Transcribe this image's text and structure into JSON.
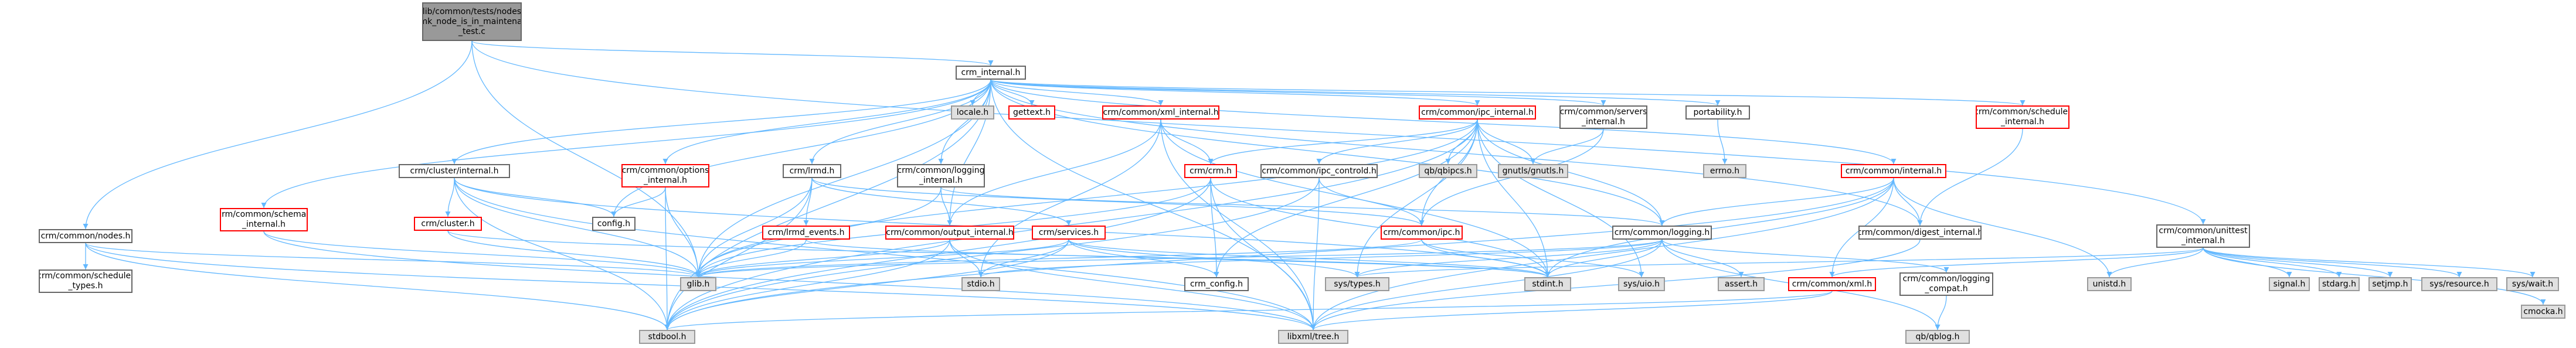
{
  "graph": {
    "edge_color": "#63b8ff",
    "nodes": [
      {
        "id": "root",
        "label": "lib/common/tests/nodes\n/pcmk_node_is_in_maintenance\n_test.c",
        "style": "root"
      },
      {
        "id": "crm_internal",
        "label": "crm_internal.h",
        "style": "normal"
      },
      {
        "id": "nodes",
        "label": "crm/common/nodes.h",
        "style": "normal"
      },
      {
        "id": "unittest_internal",
        "label": "crm/common/unittest\n_internal.h",
        "style": "normal"
      },
      {
        "id": "locale",
        "label": "locale.h",
        "style": "gray"
      },
      {
        "id": "gettext",
        "label": "gettext.h",
        "style": "red"
      },
      {
        "id": "xml_internal",
        "label": "crm/common/xml_internal.h",
        "style": "red"
      },
      {
        "id": "ipc_internal",
        "label": "crm/common/ipc_internal.h",
        "style": "red"
      },
      {
        "id": "servers_internal",
        "label": "crm/common/servers\n_internal.h",
        "style": "normal"
      },
      {
        "id": "portability",
        "label": "portability.h",
        "style": "normal"
      },
      {
        "id": "scheduler_internal",
        "label": "crm/common/scheduler\n_internal.h",
        "style": "red"
      },
      {
        "id": "cluster_internal",
        "label": "crm/cluster/internal.h",
        "style": "normal"
      },
      {
        "id": "options_internal",
        "label": "crm/common/options\n_internal.h",
        "style": "red"
      },
      {
        "id": "lrmd",
        "label": "crm/lrmd.h",
        "style": "normal"
      },
      {
        "id": "logging_internal",
        "label": "crm/common/logging\n_internal.h",
        "style": "normal"
      },
      {
        "id": "crm",
        "label": "crm/crm.h",
        "style": "red"
      },
      {
        "id": "ipc_controld",
        "label": "crm/common/ipc_controld.h",
        "style": "normal"
      },
      {
        "id": "qbipcs",
        "label": "qb/qbipcs.h",
        "style": "gray"
      },
      {
        "id": "gnutls",
        "label": "gnutls/gnutls.h",
        "style": "gray"
      },
      {
        "id": "errno",
        "label": "errno.h",
        "style": "gray"
      },
      {
        "id": "common_internal",
        "label": "crm/common/internal.h",
        "style": "red"
      },
      {
        "id": "schemas_internal",
        "label": "crm/common/schemas\n_internal.h",
        "style": "red"
      },
      {
        "id": "cluster",
        "label": "crm/cluster.h",
        "style": "red"
      },
      {
        "id": "config",
        "label": "config.h",
        "style": "normal"
      },
      {
        "id": "lrmd_events",
        "label": "crm/lrmd_events.h",
        "style": "red"
      },
      {
        "id": "services",
        "label": "crm/services.h",
        "style": "red"
      },
      {
        "id": "output_internal",
        "label": "crm/common/output_internal.h",
        "style": "red"
      },
      {
        "id": "ipc",
        "label": "crm/common/ipc.h",
        "style": "red"
      },
      {
        "id": "logging",
        "label": "crm/common/logging.h",
        "style": "normal"
      },
      {
        "id": "digest_internal",
        "label": "crm/common/digest_internal.h",
        "style": "normal"
      },
      {
        "id": "scheduler_types",
        "label": "crm/common/scheduler\n_types.h",
        "style": "normal"
      },
      {
        "id": "glib",
        "label": "glib.h",
        "style": "gray"
      },
      {
        "id": "stdio",
        "label": "stdio.h",
        "style": "gray"
      },
      {
        "id": "crm_config",
        "label": "crm_config.h",
        "style": "normal"
      },
      {
        "id": "sys_types",
        "label": "sys/types.h",
        "style": "gray"
      },
      {
        "id": "stdint",
        "label": "stdint.h",
        "style": "gray"
      },
      {
        "id": "sys_uio",
        "label": "sys/uio.h",
        "style": "gray"
      },
      {
        "id": "assert",
        "label": "assert.h",
        "style": "gray"
      },
      {
        "id": "common_xml",
        "label": "crm/common/xml.h",
        "style": "red"
      },
      {
        "id": "logging_compat",
        "label": "crm/common/logging\n_compat.h",
        "style": "normal"
      },
      {
        "id": "unistd",
        "label": "unistd.h",
        "style": "gray"
      },
      {
        "id": "signal",
        "label": "signal.h",
        "style": "gray"
      },
      {
        "id": "stdarg",
        "label": "stdarg.h",
        "style": "gray"
      },
      {
        "id": "setjmp",
        "label": "setjmp.h",
        "style": "gray"
      },
      {
        "id": "sys_resource",
        "label": "sys/resource.h",
        "style": "gray"
      },
      {
        "id": "sys_wait",
        "label": "sys/wait.h",
        "style": "gray"
      },
      {
        "id": "cmocka",
        "label": "cmocka.h",
        "style": "gray"
      },
      {
        "id": "stdbool",
        "label": "stdbool.h",
        "style": "gray"
      },
      {
        "id": "libxml_tree",
        "label": "libxml/tree.h",
        "style": "gray"
      },
      {
        "id": "qblog",
        "label": "qb/qblog.h",
        "style": "gray"
      }
    ],
    "edges": [
      [
        "root",
        "crm_internal"
      ],
      [
        "root",
        "nodes"
      ],
      [
        "root",
        "unittest_internal"
      ],
      [
        "root",
        "glib"
      ],
      [
        "crm_internal",
        "locale"
      ],
      [
        "crm_internal",
        "gettext"
      ],
      [
        "crm_internal",
        "xml_internal"
      ],
      [
        "crm_internal",
        "ipc_internal"
      ],
      [
        "crm_internal",
        "servers_internal"
      ],
      [
        "crm_internal",
        "portability"
      ],
      [
        "crm_internal",
        "scheduler_internal"
      ],
      [
        "crm_internal",
        "cluster_internal"
      ],
      [
        "crm_internal",
        "options_internal"
      ],
      [
        "crm_internal",
        "lrmd"
      ],
      [
        "crm_internal",
        "logging_internal"
      ],
      [
        "crm_internal",
        "common_internal"
      ],
      [
        "crm_internal",
        "schemas_internal"
      ],
      [
        "crm_internal",
        "config"
      ],
      [
        "crm_internal",
        "glib"
      ],
      [
        "crm_internal",
        "stdbool"
      ],
      [
        "crm_internal",
        "libxml_tree"
      ],
      [
        "crm_internal",
        "logging"
      ],
      [
        "crm_internal",
        "digest_internal"
      ],
      [
        "crm_internal",
        "output_internal"
      ],
      [
        "nodes",
        "scheduler_types"
      ],
      [
        "nodes",
        "glib"
      ],
      [
        "nodes",
        "stdbool"
      ],
      [
        "nodes",
        "libxml_tree"
      ],
      [
        "unittest_internal",
        "signal"
      ],
      [
        "unittest_internal",
        "stdarg"
      ],
      [
        "unittest_internal",
        "setjmp"
      ],
      [
        "unittest_internal",
        "sys_resource"
      ],
      [
        "unittest_internal",
        "sys_wait"
      ],
      [
        "unittest_internal",
        "cmocka"
      ],
      [
        "unittest_internal",
        "unistd"
      ],
      [
        "unittest_internal",
        "sys_types"
      ],
      [
        "unittest_internal",
        "common_xml"
      ],
      [
        "xml_internal",
        "crm"
      ],
      [
        "xml_internal",
        "output_internal"
      ],
      [
        "xml_internal",
        "stdio"
      ],
      [
        "xml_internal",
        "stdint"
      ],
      [
        "xml_internal",
        "libxml_tree"
      ],
      [
        "ipc_internal",
        "crm"
      ],
      [
        "ipc_internal",
        "ipc_controld"
      ],
      [
        "ipc_internal",
        "qbipcs"
      ],
      [
        "ipc_internal",
        "gnutls"
      ],
      [
        "ipc_internal",
        "ipc"
      ],
      [
        "ipc_internal",
        "stdint"
      ],
      [
        "ipc_internal",
        "sys_uio"
      ],
      [
        "ipc_internal",
        "sys_types"
      ],
      [
        "ipc_internal",
        "stdbool"
      ],
      [
        "ipc_internal",
        "glib"
      ],
      [
        "ipc_internal",
        "crm_config"
      ],
      [
        "ipc_internal",
        "logging"
      ],
      [
        "servers_internal",
        "ipc"
      ],
      [
        "servers_internal",
        "gnutls"
      ],
      [
        "portability",
        "errno"
      ],
      [
        "scheduler_internal",
        "digest_internal"
      ],
      [
        "cluster_internal",
        "cluster"
      ],
      [
        "cluster_internal",
        "config"
      ],
      [
        "cluster_internal",
        "glib"
      ],
      [
        "cluster_internal",
        "stdbool"
      ],
      [
        "cluster_internal",
        "stdint"
      ],
      [
        "cluster_internal",
        "libxml_tree"
      ],
      [
        "options_internal",
        "config"
      ],
      [
        "options_internal",
        "glib"
      ],
      [
        "options_internal",
        "stdbool"
      ],
      [
        "lrmd",
        "lrmd_events"
      ],
      [
        "lrmd",
        "services"
      ],
      [
        "lrmd",
        "ipc"
      ],
      [
        "lrmd",
        "glib"
      ],
      [
        "lrmd",
        "stdbool"
      ],
      [
        "logging_internal",
        "output_internal"
      ],
      [
        "logging_internal",
        "glib"
      ],
      [
        "logging_internal",
        "logging"
      ],
      [
        "crm",
        "glib"
      ],
      [
        "crm",
        "stdbool"
      ],
      [
        "crm",
        "crm_config"
      ],
      [
        "crm",
        "stdint"
      ],
      [
        "crm",
        "libxml_tree"
      ],
      [
        "ipc_controld",
        "ipc"
      ],
      [
        "ipc_controld",
        "stdbool"
      ],
      [
        "ipc_controld",
        "libxml_tree"
      ],
      [
        "common_internal",
        "logging"
      ],
      [
        "common_internal",
        "digest_internal"
      ],
      [
        "common_internal",
        "common_xml"
      ],
      [
        "common_internal",
        "unistd"
      ],
      [
        "common_internal",
        "stdbool"
      ],
      [
        "common_internal",
        "stdint"
      ],
      [
        "common_internal",
        "libxml_tree"
      ],
      [
        "schemas_internal",
        "glib"
      ],
      [
        "schemas_internal",
        "libxml_tree"
      ],
      [
        "cluster",
        "glib"
      ],
      [
        "cluster",
        "stdint"
      ],
      [
        "lrmd_events",
        "glib"
      ],
      [
        "lrmd_events",
        "stdint"
      ],
      [
        "services",
        "glib"
      ],
      [
        "services",
        "stdio"
      ],
      [
        "services",
        "stdint"
      ],
      [
        "services",
        "stdbool"
      ],
      [
        "services",
        "sys_types"
      ],
      [
        "services",
        "crm_config"
      ],
      [
        "output_internal",
        "stdio"
      ],
      [
        "output_internal",
        "glib"
      ],
      [
        "output_internal",
        "stdbool"
      ],
      [
        "output_internal",
        "libxml_tree"
      ],
      [
        "ipc",
        "sys_uio"
      ],
      [
        "ipc",
        "glib"
      ],
      [
        "ipc",
        "stdint"
      ],
      [
        "logging",
        "glib"
      ],
      [
        "logging",
        "stdio"
      ],
      [
        "logging",
        "sys_types"
      ],
      [
        "logging",
        "stdint"
      ],
      [
        "logging",
        "assert"
      ],
      [
        "logging",
        "libxml_tree"
      ],
      [
        "logging",
        "logging_compat"
      ],
      [
        "logging",
        "qblog"
      ],
      [
        "digest_internal",
        "libxml_tree"
      ],
      [
        "common_xml",
        "stdbool"
      ],
      [
        "common_xml",
        "libxml_tree"
      ],
      [
        "logging_compat",
        "qblog"
      ]
    ]
  }
}
